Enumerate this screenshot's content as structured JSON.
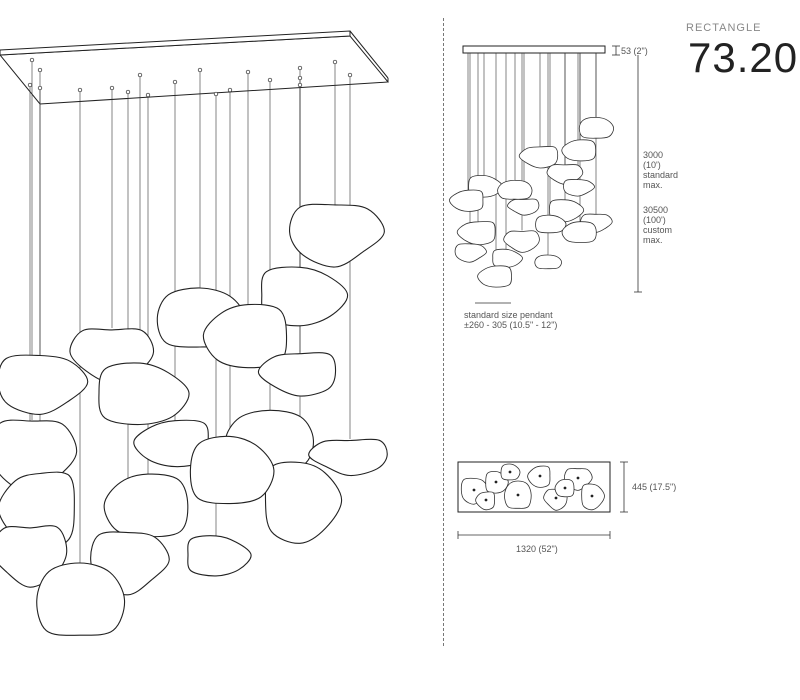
{
  "header": {
    "configuration": "RECTANGLE",
    "model_number": "73.20"
  },
  "side_view": {
    "canopy_height": "53 (2\")",
    "standard_drop": "3000\n(10')\nstandard\nmax.",
    "custom_drop": "30500\n(100')\ncustom\nmax.",
    "pendant_size": "standard size pendant\n±260 - 305 (10.5\" - 12\")"
  },
  "plan_view": {
    "width": "1320 (52\")",
    "depth": "445 (17.5\")"
  },
  "colors": {
    "line": "#222222",
    "background": "#ffffff"
  }
}
